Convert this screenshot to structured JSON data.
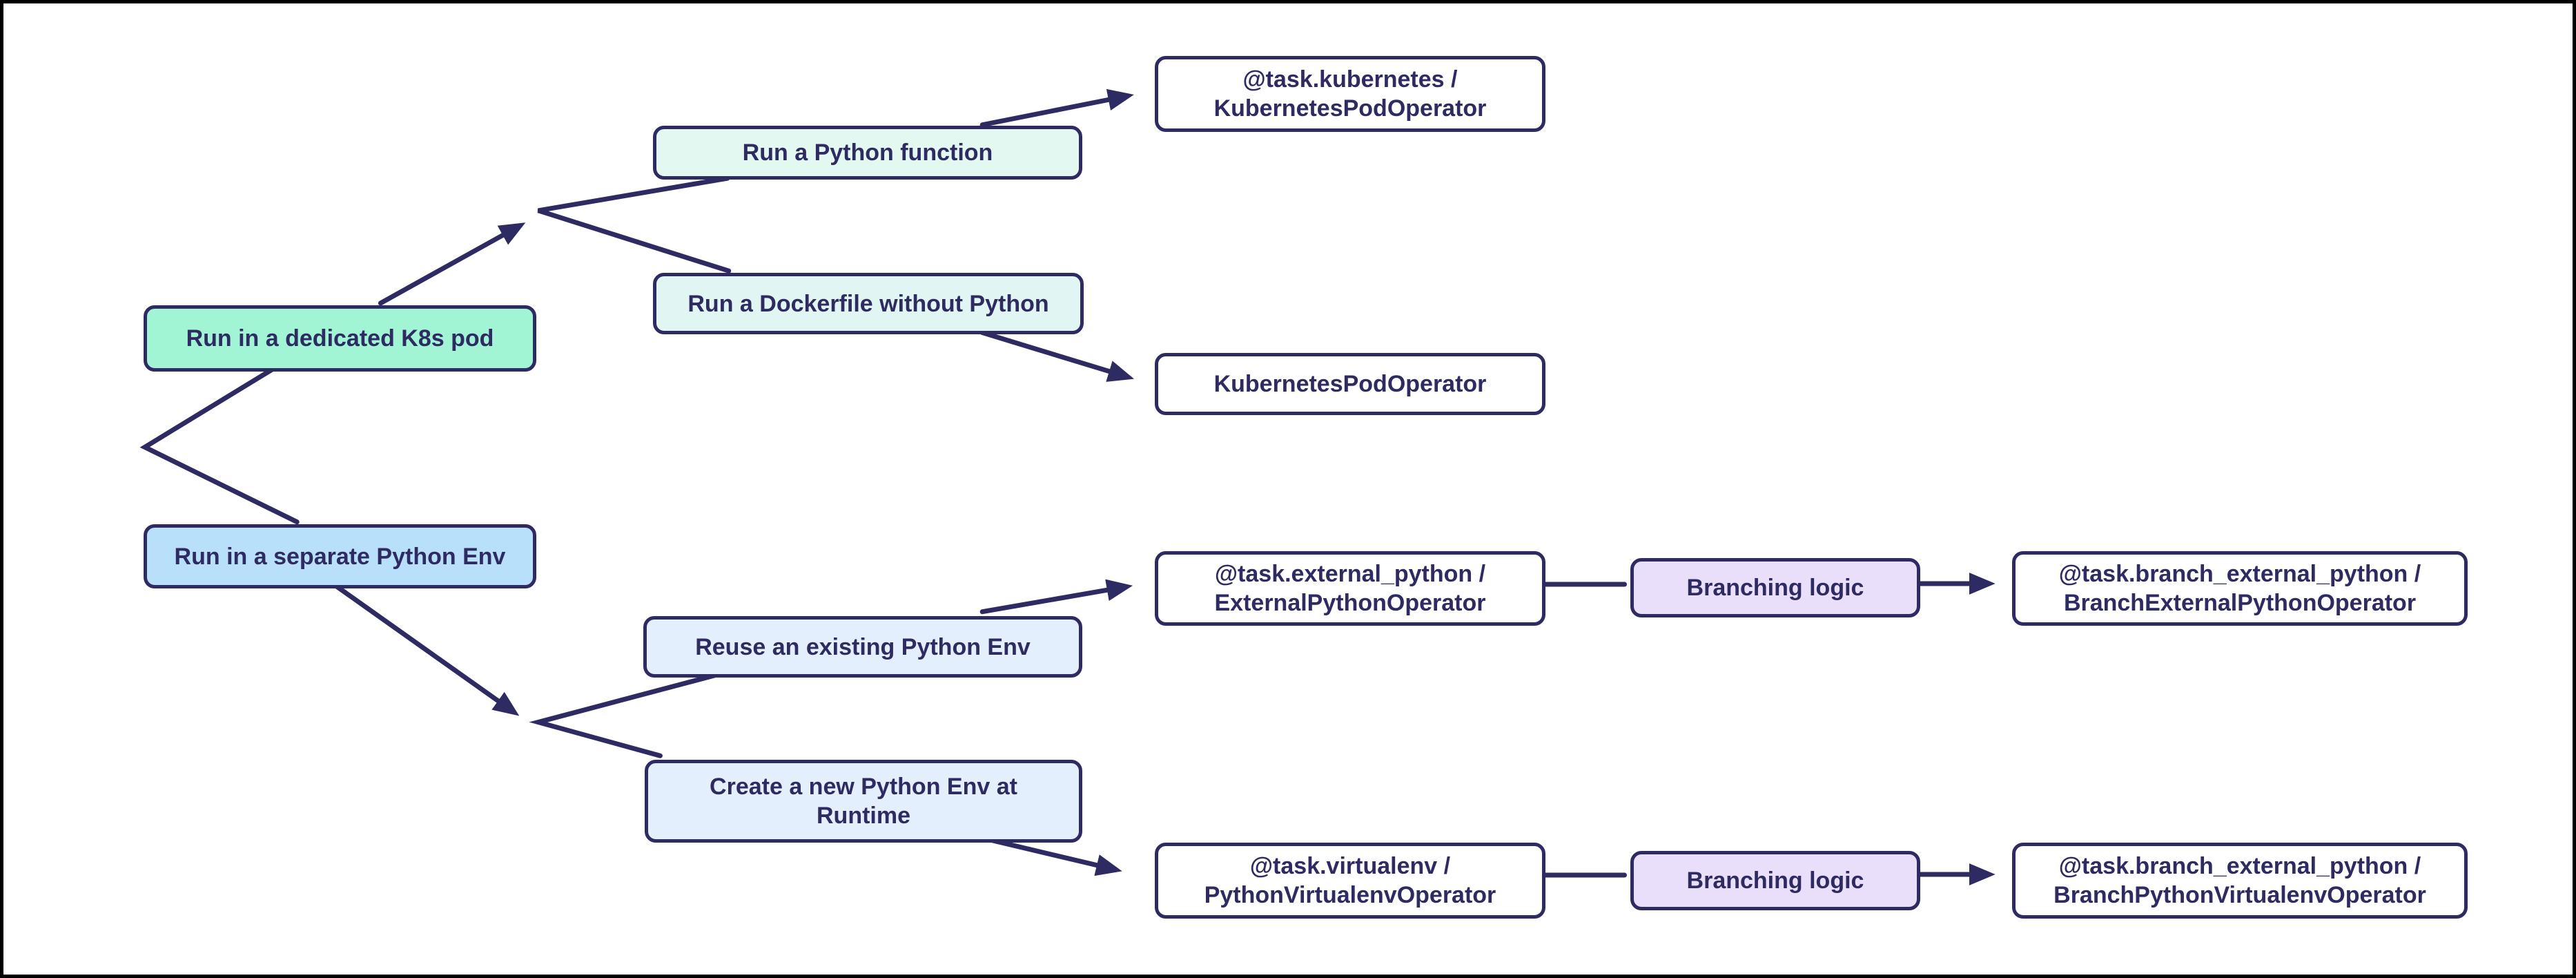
{
  "diagram": {
    "background_color": "#ffffff",
    "frame_color": "#000000",
    "line_color": "#2e2a62",
    "text_color": "#2e2a62",
    "nodes": {
      "dedicated_k8s_pod": {
        "lines": [
          "Run in a dedicated K8s pod"
        ],
        "fill": "#a1f4d4"
      },
      "separate_python_env": {
        "lines": [
          "Run in a separate Python Env"
        ],
        "fill": "#b9e0fb"
      },
      "python_function": {
        "lines": [
          "Run a Python function"
        ],
        "fill": "#e2f8f1"
      },
      "dockerfile_without_python": {
        "lines": [
          "Run a Dockerfile without Python"
        ],
        "fill": "#e1f6f2"
      },
      "task_kubernetes": {
        "lines": [
          "@task.kubernetes /",
          "KubernetesPodOperator"
        ],
        "fill": "#ffffff"
      },
      "kubernetes_pod_operator": {
        "lines": [
          "KubernetesPodOperator"
        ],
        "fill": "#ffffff"
      },
      "reuse_existing_env": {
        "lines": [
          "Reuse an existing Python Env"
        ],
        "fill": "#e3effc"
      },
      "create_new_env": {
        "lines": [
          "Create a new Python Env at",
          "Runtime"
        ],
        "fill": "#e3effc"
      },
      "task_external_python": {
        "lines": [
          "@task.external_python /",
          "ExternalPythonOperator"
        ],
        "fill": "#ffffff"
      },
      "branching_logic_top": {
        "lines": [
          "Branching logic"
        ],
        "fill": "#eadffa"
      },
      "branch_external_python": {
        "lines": [
          "@task.branch_external_python /",
          "BranchExternalPythonOperator"
        ],
        "fill": "#ffffff"
      },
      "task_virtualenv": {
        "lines": [
          "@task.virtualenv /",
          "PythonVirtualenvOperator"
        ],
        "fill": "#ffffff"
      },
      "branching_logic_bottom": {
        "lines": [
          "Branching logic"
        ],
        "fill": "#eadffa"
      },
      "branch_python_virtualenv": {
        "lines": [
          "@task.branch_external_python /",
          "BranchPythonVirtualenvOperator"
        ],
        "fill": "#ffffff"
      }
    },
    "edges": [
      {
        "from": "root",
        "to": "dedicated_k8s_pod",
        "type": "fork-line"
      },
      {
        "from": "root",
        "to": "separate_python_env",
        "type": "fork-line"
      },
      {
        "from": "dedicated_k8s_pod",
        "to": "fork-1",
        "type": "arrow"
      },
      {
        "from": "fork-1",
        "to": "python_function",
        "type": "fork-line"
      },
      {
        "from": "fork-1",
        "to": "dockerfile_without_python",
        "type": "fork-line"
      },
      {
        "from": "python_function",
        "to": "task_kubernetes",
        "type": "arrow"
      },
      {
        "from": "dockerfile_without_python",
        "to": "kubernetes_pod_operator",
        "type": "arrow"
      },
      {
        "from": "separate_python_env",
        "to": "fork-2",
        "type": "arrow"
      },
      {
        "from": "fork-2",
        "to": "reuse_existing_env",
        "type": "fork-line"
      },
      {
        "from": "fork-2",
        "to": "create_new_env",
        "type": "fork-line"
      },
      {
        "from": "reuse_existing_env",
        "to": "task_external_python",
        "type": "arrow"
      },
      {
        "from": "create_new_env",
        "to": "task_virtualenv",
        "type": "arrow"
      },
      {
        "from": "task_external_python",
        "to": "branching_logic_top",
        "type": "line"
      },
      {
        "from": "branching_logic_top",
        "to": "branch_external_python",
        "type": "arrow"
      },
      {
        "from": "task_virtualenv",
        "to": "branching_logic_bottom",
        "type": "line"
      },
      {
        "from": "branching_logic_bottom",
        "to": "branch_python_virtualenv",
        "type": "arrow"
      }
    ]
  }
}
